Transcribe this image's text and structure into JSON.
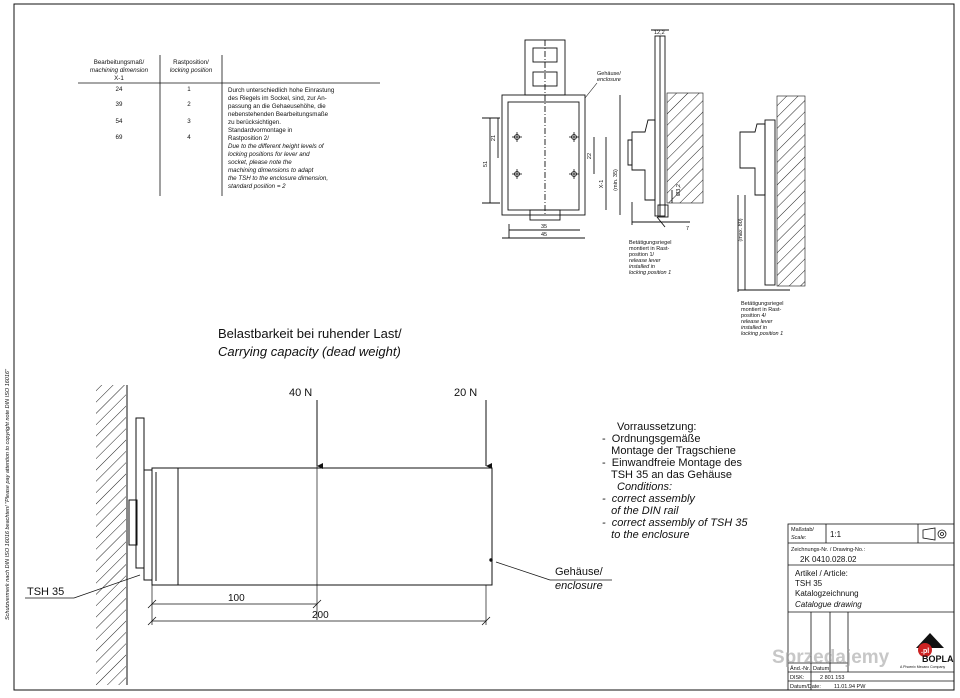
{
  "table": {
    "header_col1_de": "Bearbeitungsmaß/",
    "header_col1_en": "machining dimension",
    "header_col1_sym": "X-1",
    "header_col2_de": "Rastposition/",
    "header_col2_en": "locking position",
    "rows": [
      {
        "dim": "24",
        "pos": "1"
      },
      {
        "dim": "39",
        "pos": "2"
      },
      {
        "dim": "54",
        "pos": "3"
      },
      {
        "dim": "69",
        "pos": "4"
      }
    ]
  },
  "note_de": [
    "Durch unterschiedlich hohe Einrastung",
    "des Riegels im Sockel, sind, zur An-",
    "passung an die Gehaeusehöhe, die",
    "nebenstehenden Bearbeitungsmaße",
    "zu berücksichtigen.",
    "Standardvormontage in",
    "Rastposition 2/"
  ],
  "note_en": [
    "Due to the different height levels of",
    "locking positions for lever and",
    "socket, please note the",
    "machining dimensions to adapt",
    "the TSH to the enclosure dimension,",
    "standard position = 2"
  ],
  "side_text": "Schutzvermerk nach DIN ISO 16016 beachten! \"Please pay attention to copyright note DIN ISO 16016\"",
  "top_drawing": {
    "housing_label_de": "Gehäuse/",
    "housing_label_en": "enclosure",
    "dim_21": "21",
    "dim_51": "51",
    "dim_22": "22",
    "dim_x1": "X-1",
    "dim_min35": "(min. 35)",
    "dim_35": "35",
    "dim_45": "45",
    "dim_phi": "Ø3,2",
    "dim_7": "7",
    "dim_12": "12,2",
    "dim_max80": "(max. 80)"
  },
  "lever1_note": {
    "de1": "Betätigungsriegel",
    "de2": "montiert in Rast-",
    "de3": "position 1/",
    "en1": "release lever",
    "en2": "installed in",
    "en3": "locking position 1"
  },
  "lever4_note": {
    "de1": "Betätigungsriegel",
    "de2": "montiert in Rast-",
    "de3": "position 4/",
    "en1": "release lever",
    "en2": "installed in",
    "en3": "locking position 1"
  },
  "capacity": {
    "title_de": "Belastbarkeit bei ruhender Last/",
    "title_en": "Carrying capacity (dead weight)",
    "load1": "40 N",
    "load2": "20 N",
    "dim100": "100",
    "dim200": "200",
    "tsh_label": "TSH 35",
    "housing_de": "Gehäuse/",
    "housing_en": "enclosure"
  },
  "conditions": {
    "heading_de": "Vorraussetzung:",
    "items_de": [
      "-  Ordnungsgemäße",
      "   Montage der Tragschiene",
      "-  Einwandfreie Montage des",
      "   TSH 35 an das Gehäuse"
    ],
    "heading_en": "Conditions:",
    "items_en": [
      "-  correct assembly",
      "   of the DIN rail",
      "-  correct assembly of TSH 35",
      "   to the enclosure"
    ]
  },
  "title_block": {
    "scale_label_de": "Maßstab/",
    "scale_label_en": "Scale:",
    "scale": "1:1",
    "drawing_no_label": "Zeichnungs-Nr. / Drawing-No.:",
    "drawing_no": "2K 0410.028.02",
    "article_label": "Artikel / Article:",
    "article_name": "TSH 35",
    "article_de": "Katalogzeichnung",
    "article_en": "Catalogue drawing",
    "disk_label": "DISK:",
    "disk_value": "2 801 153",
    "date_label": "Datum/Date:",
    "date_value": "11.01.94 PW",
    "company": "BOPLA",
    "company_sub": "A Phoenix Mecano Company",
    "aend_label": "Änd.-Nr.",
    "datum_label": "Datum"
  },
  "watermark": "Sprzedajemy",
  "watermark_tld": ".pl"
}
